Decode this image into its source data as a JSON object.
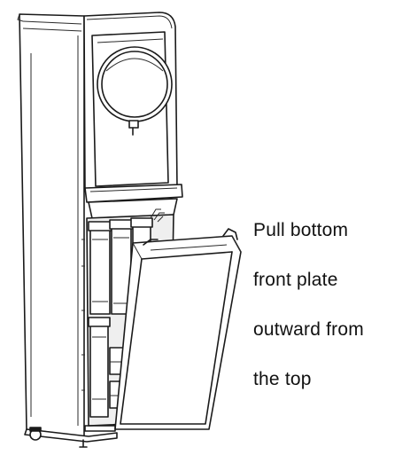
{
  "instruction": {
    "line1": "Pull   bottom",
    "line2": "front plate",
    "line3": "outward  from",
    "line4": "the  top"
  },
  "illustration": {
    "subject": "water-dispenser",
    "line_color": "#1a1a1a",
    "background_color": "#ffffff"
  }
}
